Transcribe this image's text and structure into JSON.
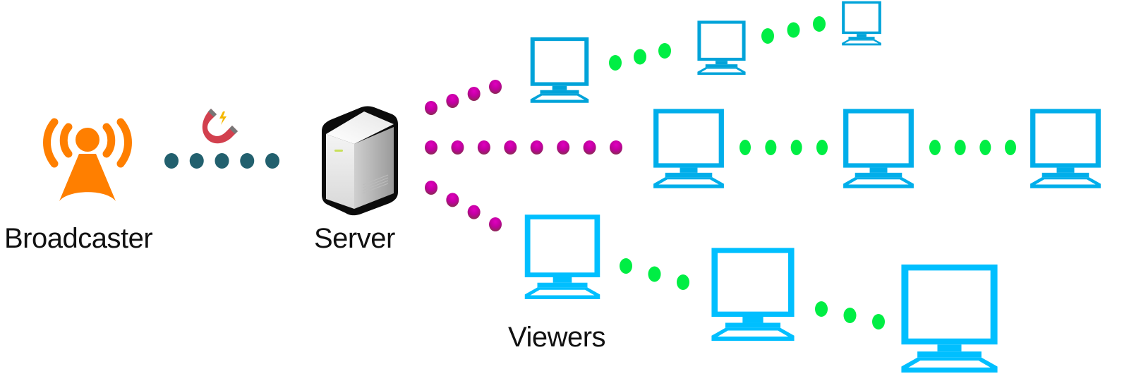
{
  "diagram": {
    "title": "Live streaming relay topology",
    "nodes": {
      "broadcaster": {
        "label": "Broadcaster",
        "icon": "broadcast-antenna-icon",
        "color": "#FF7F00"
      },
      "server": {
        "label": "Server",
        "icon": "server-tower-icon"
      },
      "viewers": {
        "label": "Viewers",
        "icon": "monitor-icon"
      }
    },
    "connector_icon": {
      "icon": "magnet-icon",
      "colors": {
        "body": "#D2404E",
        "tips": "#777777",
        "spark": "#F5B800"
      }
    },
    "links": [
      {
        "from": "broadcaster",
        "to": "server",
        "dots": 5,
        "color": "#22606E"
      },
      {
        "from": "server",
        "to": "viewer-top-1",
        "dots": 4,
        "color": "#CC00AA"
      },
      {
        "from": "server",
        "to": "viewer-mid-1",
        "dots": 8,
        "color": "#CC00AA"
      },
      {
        "from": "server",
        "to": "viewer-bot-1",
        "dots": 4,
        "color": "#CC00AA"
      },
      {
        "from": "viewer-top-1",
        "to": "viewer-top-2",
        "dots": 3,
        "color": "#00EE44"
      },
      {
        "from": "viewer-top-2",
        "to": "viewer-top-3",
        "dots": 3,
        "color": "#00EE44"
      },
      {
        "from": "viewer-mid-1",
        "to": "viewer-mid-2",
        "dots": 4,
        "color": "#00EE44"
      },
      {
        "from": "viewer-mid-2",
        "to": "viewer-mid-3",
        "dots": 4,
        "color": "#00EE44"
      },
      {
        "from": "viewer-bot-1",
        "to": "viewer-bot-2",
        "dots": 3,
        "color": "#00EE44"
      },
      {
        "from": "viewer-bot-2",
        "to": "viewer-bot-3",
        "dots": 3,
        "color": "#00EE44"
      }
    ],
    "viewer_groups": [
      {
        "name": "top",
        "count": 3,
        "color": "#00A3D9"
      },
      {
        "name": "middle",
        "count": 3,
        "color": "#00AEEA"
      },
      {
        "name": "bottom",
        "count": 3,
        "color": "#00BFFF"
      }
    ]
  }
}
